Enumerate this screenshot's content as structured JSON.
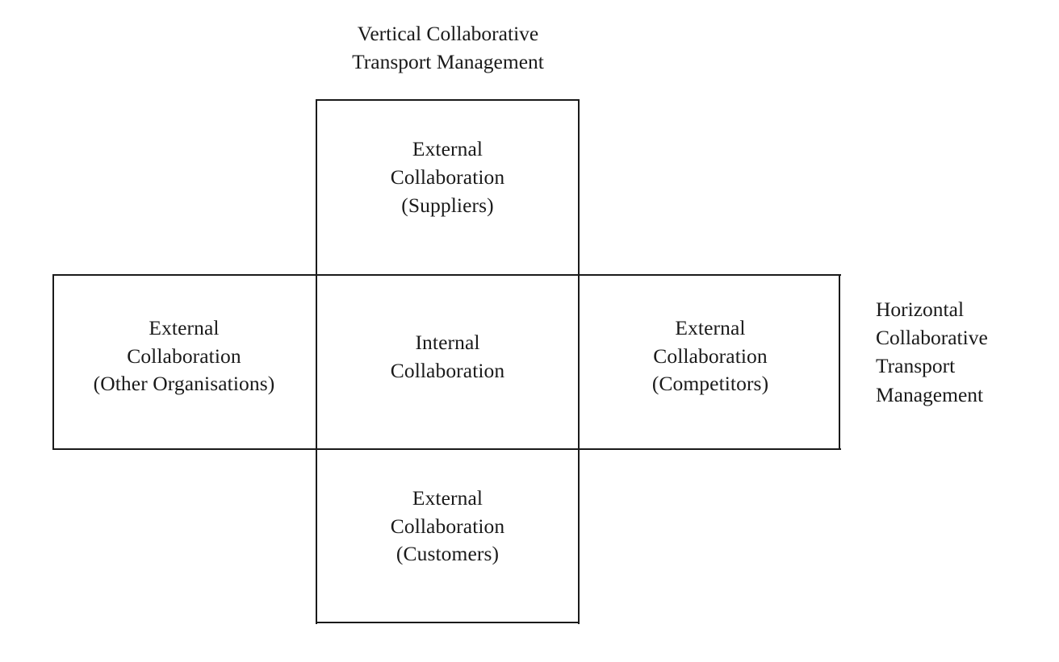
{
  "diagram": {
    "title_vertical_axis": "Vertical Collaborative\nTransport Management",
    "title_horizontal_axis": "Horizontal\nCollaborative\nTransport\nManagement",
    "cells": {
      "top": "External\nCollaboration\n(Suppliers)",
      "left": "External\nCollaboration\n(Other Organisations)",
      "center": "Internal\nCollaboration",
      "right": "External\nCollaboration\n(Competitors)",
      "bottom": "External\nCollaboration\n(Customers)"
    },
    "colors": {
      "line": "#1a1a1a",
      "text": "#1a1a1a",
      "background": "#ffffff"
    }
  }
}
